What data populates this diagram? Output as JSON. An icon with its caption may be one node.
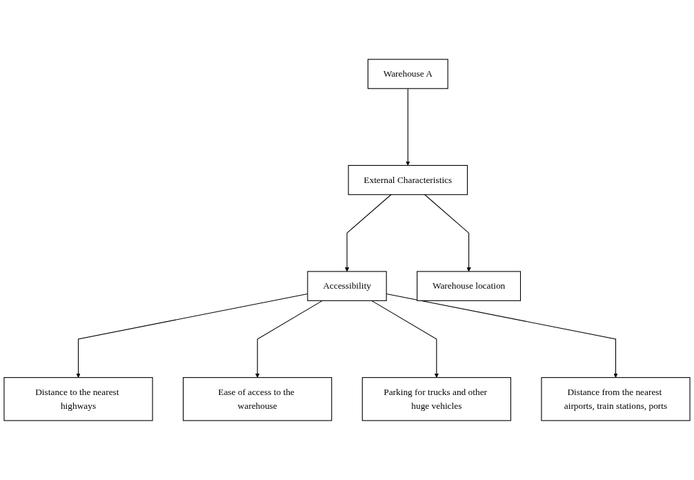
{
  "diagram": {
    "nodes": [
      {
        "text": [
          "Warehouse A"
        ]
      },
      {
        "text": [
          "External Characteristics"
        ]
      },
      {
        "text": [
          "Accessibility"
        ]
      },
      {
        "text": [
          "Warehouse location"
        ]
      },
      {
        "text": [
          "Distance to the nearest highways"
        ]
      },
      {
        "text": [
          "Parking for trucks and other huge vehicles"
        ]
      },
      {
        "text": [
          "Ease of access to the warehouse"
        ]
      },
      {
        "text": [
          "Distance from the nearest airports, train stations, ports"
        ]
      }
    ],
    "edges": [
      {
        "from": 0,
        "to": 1,
        "arrow": "to"
      },
      {
        "from": 1,
        "to": 2,
        "arrow": "to"
      },
      {
        "from": 1,
        "to": 3,
        "arrow": "to"
      },
      {
        "from": 2,
        "to": 4,
        "arrow": "to"
      },
      {
        "from": 2,
        "to": 6,
        "arrow": "to"
      },
      {
        "from": 2,
        "to": 5,
        "arrow": "to"
      },
      {
        "from": 2,
        "to": 7,
        "arrow": "to"
      }
    ]
  }
}
